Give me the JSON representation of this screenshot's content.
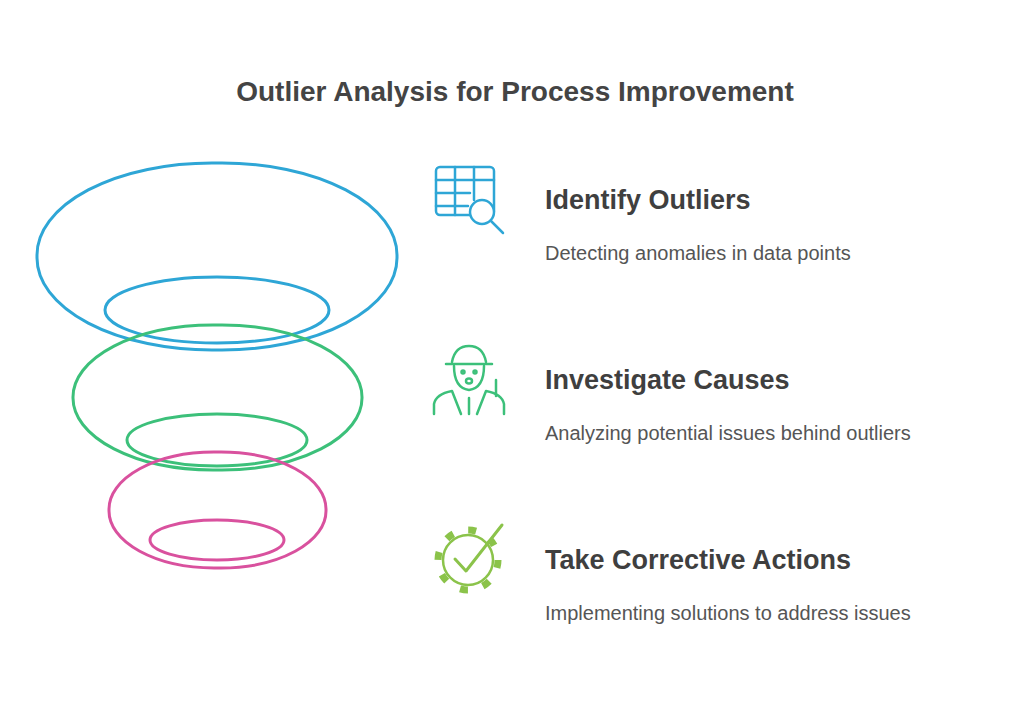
{
  "diagram": {
    "title": "Outlier Analysis for Process Improvement",
    "nodes": [
      {
        "text": [
          "Identify Outliers",
          "Detecting anomalies in data points"
        ]
      },
      {
        "text": [
          "Investigate Causes",
          "Analyzing potential issues behind outliers"
        ]
      },
      {
        "text": [
          "Take Corrective Actions",
          "Implementing solutions to address issues"
        ]
      }
    ]
  }
}
